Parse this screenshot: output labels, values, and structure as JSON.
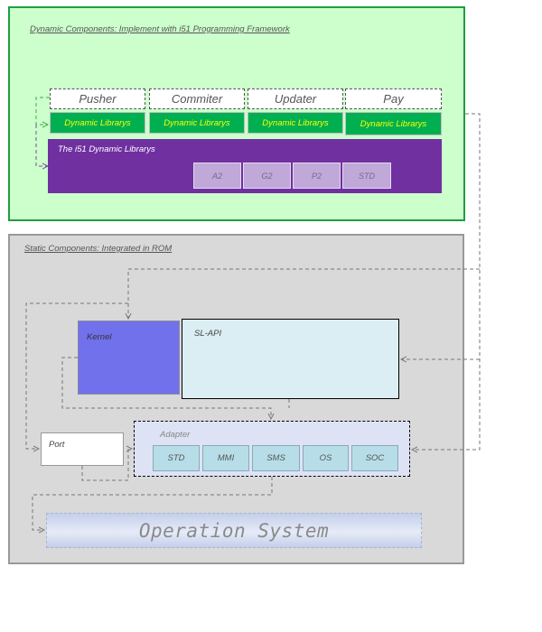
{
  "dynamic_section": {
    "title": "Dynamic Components: Implement with i51 Programming Framework",
    "components": [
      {
        "name": "Pusher",
        "library": "Dynamic Librarys"
      },
      {
        "name": "Commiter",
        "library": "Dynamic Librarys"
      },
      {
        "name": "Updater",
        "library": "Dynamic Librarys"
      },
      {
        "name": "Pay",
        "library": "Dynamic Librarys"
      }
    ],
    "i51": {
      "title": "The i51 Dynamic Librarys",
      "modules": [
        "A2",
        "G2",
        "P2",
        "STD"
      ]
    }
  },
  "static_section": {
    "title": "Static Components: Integrated in ROM",
    "kernel": "Kernel",
    "sl_api": "SL-API",
    "port": "Port",
    "adapter": {
      "title": "Adapter",
      "modules": [
        "STD",
        "MMI",
        "SMS",
        "OS",
        "SOC"
      ]
    },
    "operation_system": "Operation System"
  },
  "colors": {
    "dynamic_bg": "#ccffcc",
    "dynamic_border": "#1f9e3f",
    "library_green": "#00b050",
    "library_text": "#ffff00",
    "i51_purple": "#7030a0",
    "static_bg": "#d9d9d9",
    "kernel_blue": "#7171ec",
    "sl_api_bg": "#daeef3",
    "adapter_bg": "#dde3f5",
    "adapter_module": "#b7dee8"
  }
}
